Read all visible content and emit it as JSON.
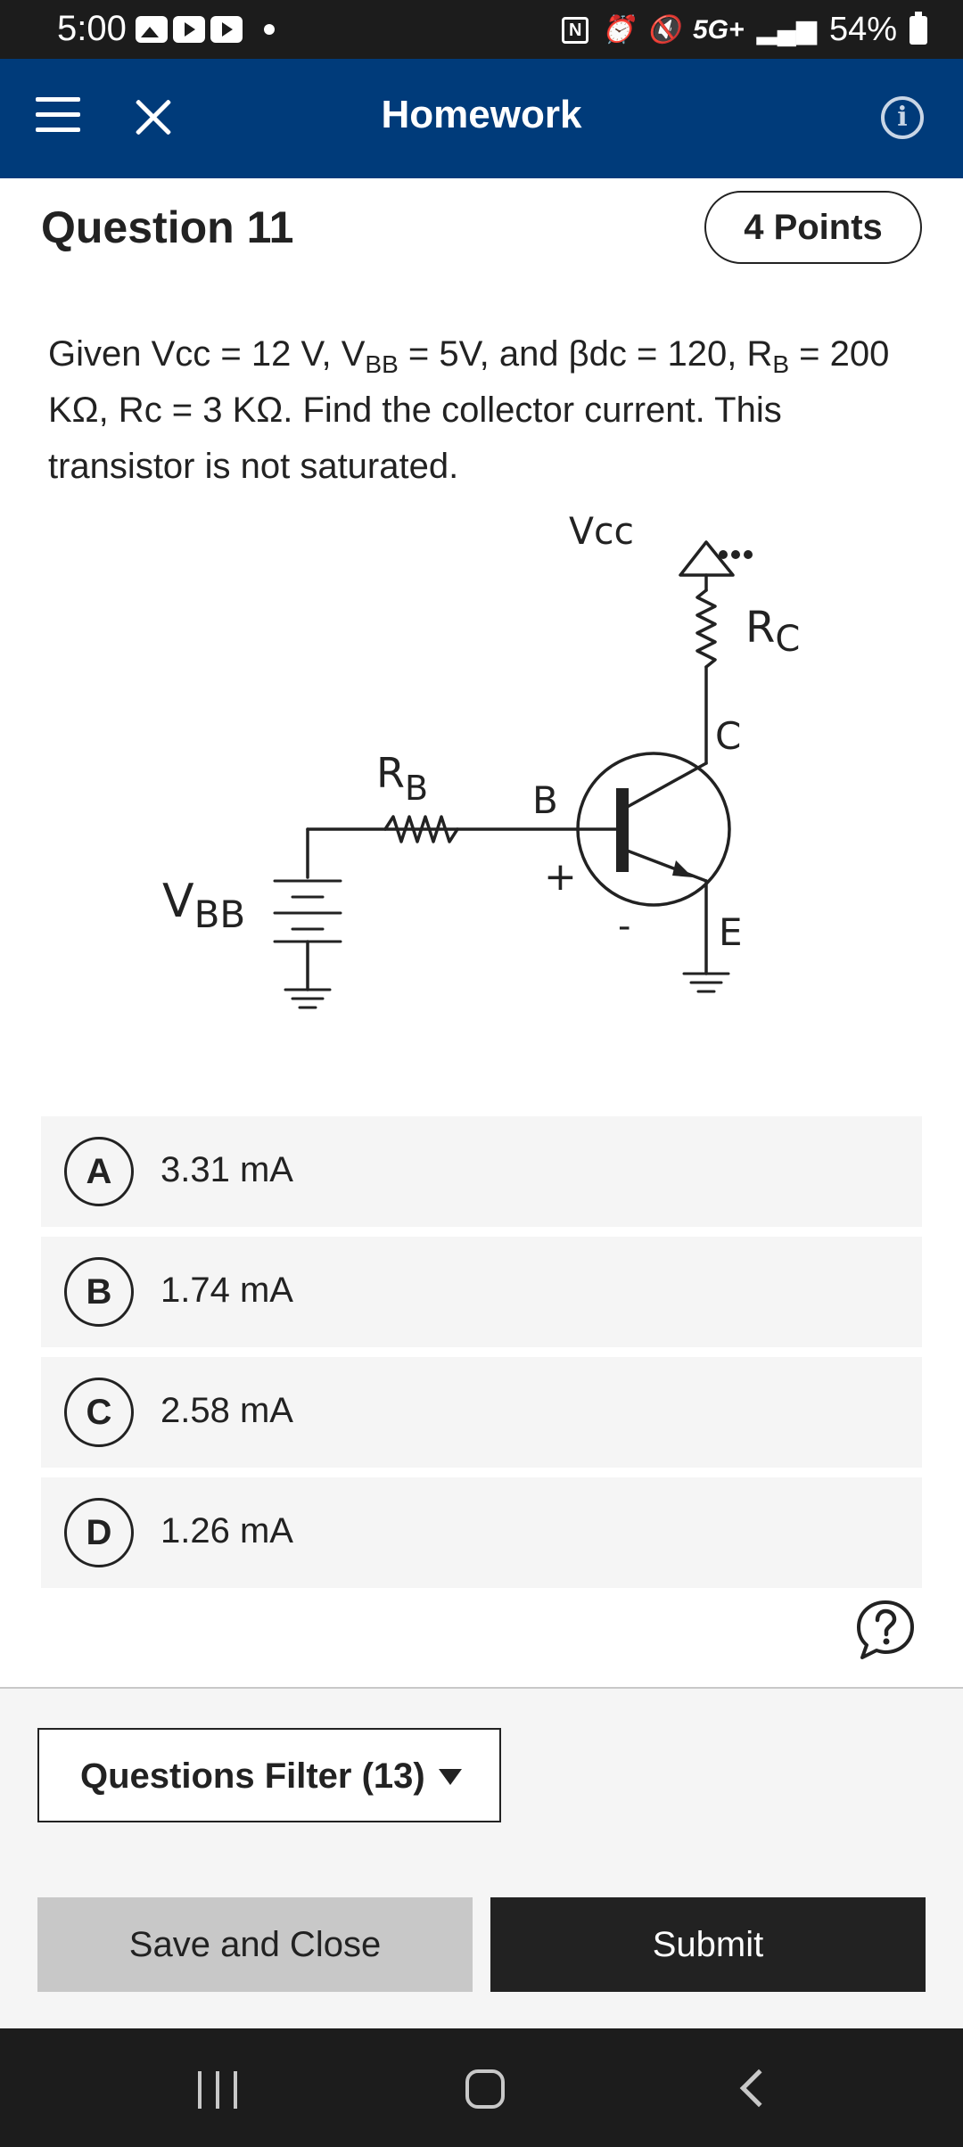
{
  "status_bar": {
    "time": "5:00",
    "network": "5G+",
    "battery": "54%",
    "icons": [
      "gallery-icon",
      "youtube-icon",
      "youtube-icon",
      "nfc-icon",
      "alarm-icon",
      "mute-icon",
      "signal-icon",
      "battery-icon"
    ]
  },
  "app_bar": {
    "title": "Homework",
    "icons": [
      "menu-icon",
      "close-icon",
      "info-icon"
    ]
  },
  "question": {
    "title": "Question 11",
    "points": "4 Points",
    "text": {
      "p1": "Given Vcc = 12 V, V",
      "sub1": "BB",
      "p2": " = 5V, and βdc = 120, R",
      "sub2": "B",
      "p3": " = 200 KΩ, Rc = 3 KΩ. Find the collector current. This transistor is not saturated."
    }
  },
  "circuit": {
    "labels": {
      "vcc": "Vcc",
      "rc_main": "R",
      "rc_sub": "C",
      "rb_main": "R",
      "rb_sub": "B",
      "vbb_main": "V",
      "vbb_sub": "BB",
      "base": "B",
      "collector": "C",
      "emitter": "E",
      "plus": "+",
      "minus": "-"
    }
  },
  "options": [
    {
      "letter": "A",
      "text": "3.31 mA"
    },
    {
      "letter": "B",
      "text": "1.74 mA"
    },
    {
      "letter": "C",
      "text": "2.58 mA"
    },
    {
      "letter": "D",
      "text": "1.26 mA"
    }
  ],
  "footer": {
    "filter_label": "Questions Filter (13)",
    "save_label": "Save and Close",
    "submit_label": "Submit"
  },
  "colors": {
    "app_bar": "#003b7a",
    "status_bar": "#1c1c1c",
    "option_bg": "#f5f5f5",
    "submit_bg": "#222222",
    "save_bg": "#c8c8c8"
  }
}
